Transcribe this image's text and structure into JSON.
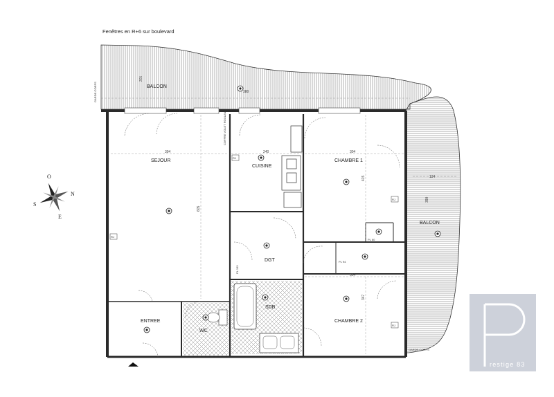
{
  "header": {
    "title": "Fenêtres en R+6 sur boulevard"
  },
  "rooms": {
    "balcon_top": "BALCON",
    "sejour": "SEJOUR",
    "cuisine": "CUISINE",
    "chambre1": "CHAMBRE 1",
    "chambre2": "CHAMBRE 2",
    "dgt": "DGT",
    "sdb": "SDB",
    "wc": "WC",
    "entree": "ENTREE",
    "balcon_right": "BALCON"
  },
  "dimensions": {
    "balcon_top_length": "380",
    "balcon_top_depth": "201",
    "sejour_width": "394",
    "sejour_height": "605",
    "cuisine_width": "240",
    "chambre1_width": "304",
    "chambre1_height": "415",
    "chambre2_width": "304",
    "chambre2_height": "347",
    "balcon_right_width": "134",
    "balcon_right_height": "390"
  },
  "equipment": {
    "rj": "RJ",
    "pl_60": "PL 60",
    "pl_94": "PL 94",
    "pl_133": "PL 133"
  },
  "notes": {
    "garde_corps": "GARDE-CORPS",
    "coffre": "COFFRE VOLET ROULANT"
  },
  "compass": {
    "n": "N",
    "s": "S",
    "e": "E",
    "o": "O"
  },
  "logo": {
    "letter": "p",
    "text": "restige 83"
  },
  "colors": {
    "wall": "#2a2a2a",
    "hatch": "#666666",
    "logo_bg": "#c8ccd6",
    "logo_fg": "#ffffff"
  }
}
